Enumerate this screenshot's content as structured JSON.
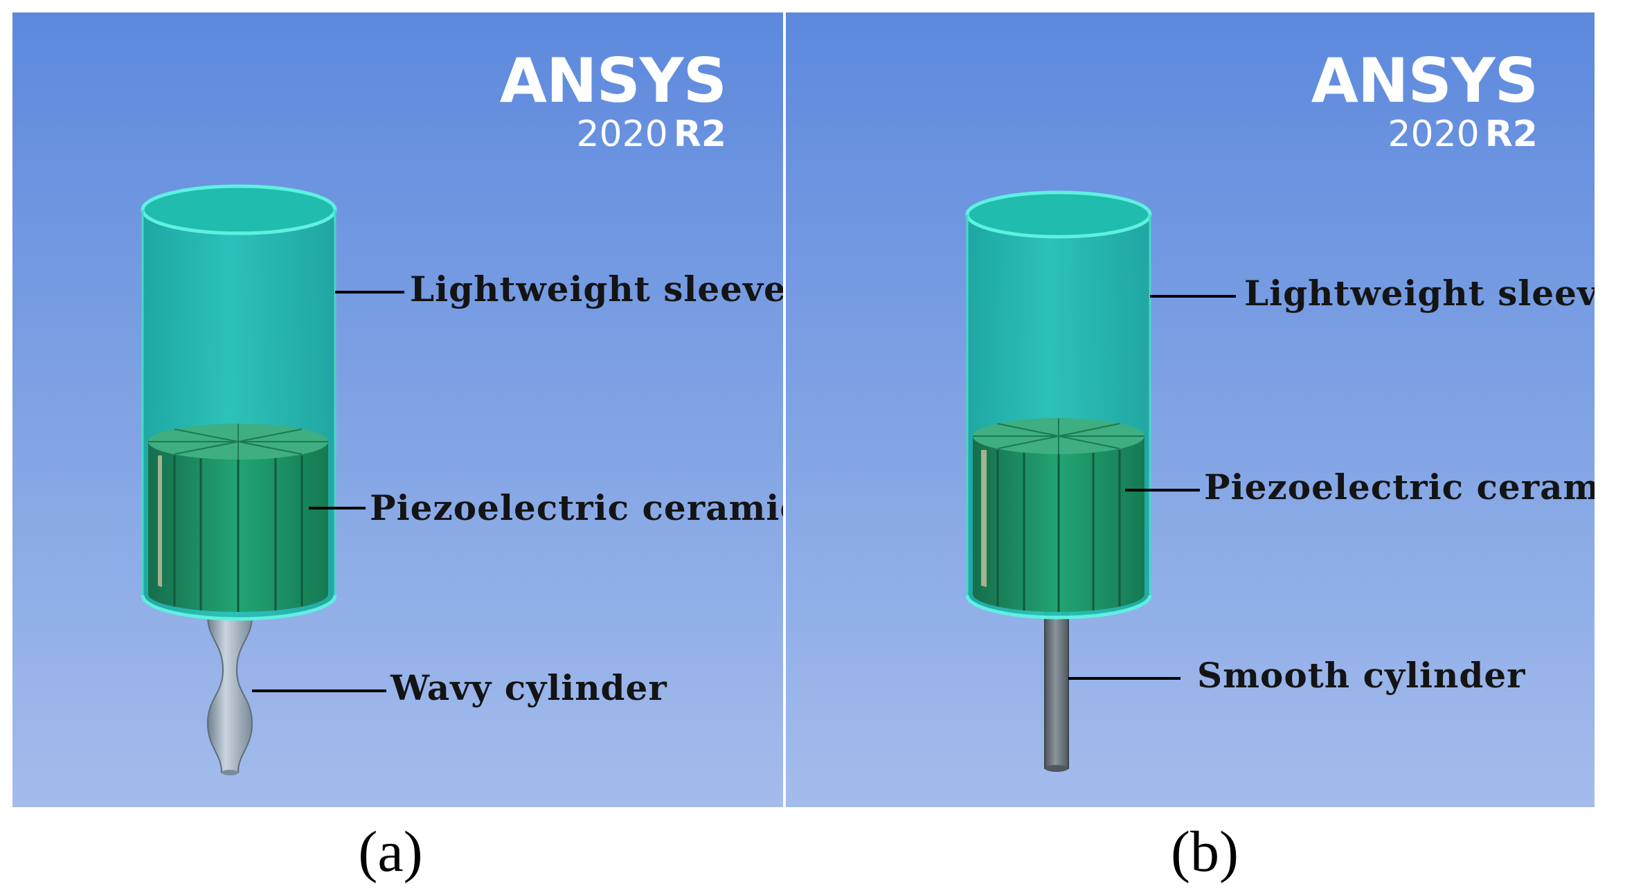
{
  "panel_a": {
    "brand": "ANSYS",
    "version": "2020",
    "release": "R2",
    "labels": {
      "sleeve": "Lightweight sleeve",
      "ceramics": "Piezoelectric ceramics",
      "cylinder": "Wavy cylinder"
    },
    "caption": "(a)"
  },
  "panel_b": {
    "brand": "ANSYS",
    "version": "2020",
    "release": "R2",
    "labels": {
      "sleeve": "Lightweight sleeve",
      "ceramics": "Piezoelectric ceramics",
      "cylinder": "Smooth cylinder"
    },
    "caption": "(b)"
  },
  "colors": {
    "sleeve": "#1fc0b0",
    "sleeve_edge": "#5ff0e0",
    "ceramics": "#1e9a6e",
    "cylinder": "#8a9aa8",
    "background_top": "#5d89dd",
    "background_bottom": "#a4bcec"
  }
}
